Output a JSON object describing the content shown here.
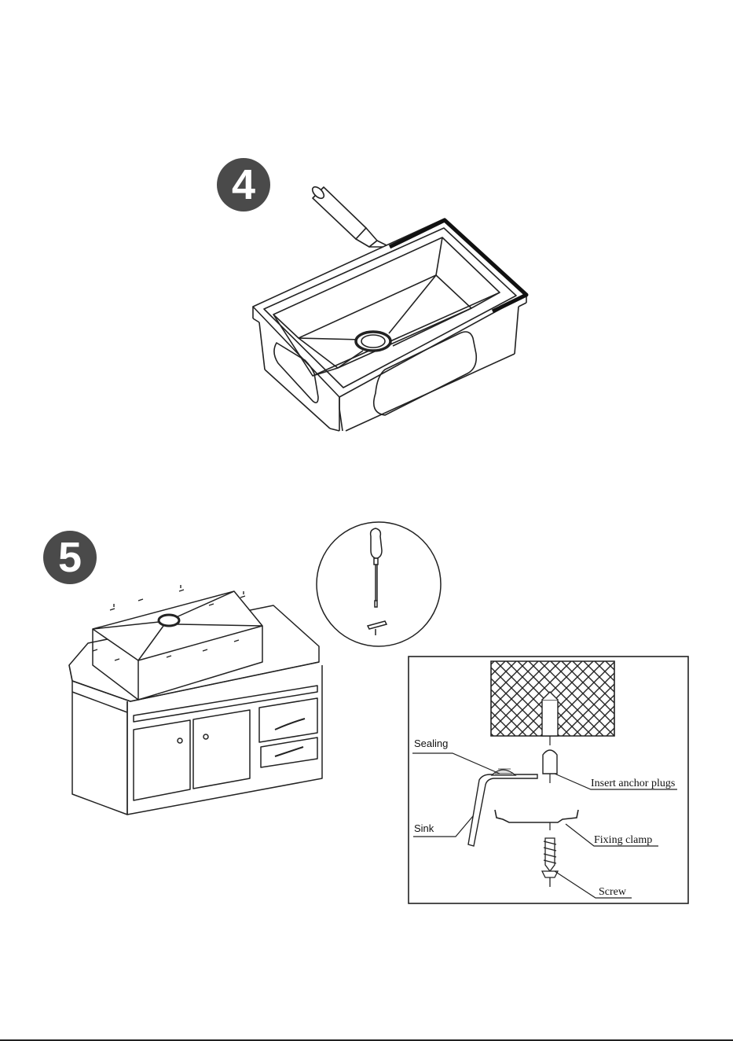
{
  "steps": {
    "step4": {
      "number": "4"
    },
    "step5": {
      "number": "5"
    }
  },
  "detail_labels": {
    "sealing": "Sealing",
    "sink": "Sink",
    "insert_anchor_plugs": "Insert anchor plugs",
    "fixing_clamp": "Fixing clamp",
    "screw": "Screw"
  }
}
